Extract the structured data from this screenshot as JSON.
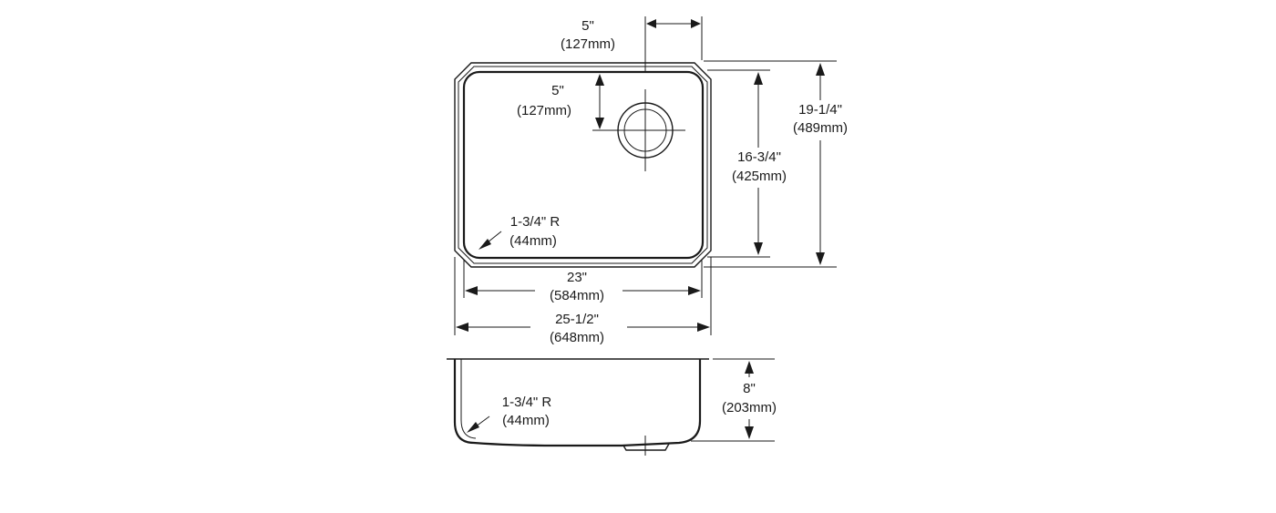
{
  "dimensions": {
    "drain_offset_x": {
      "imperial": "5\"",
      "metric": "(127mm)"
    },
    "drain_offset_y": {
      "imperial": "5\"",
      "metric": "(127mm)"
    },
    "bowl_depth_front_back": {
      "imperial": "16-3/4\"",
      "metric": "(425mm)"
    },
    "overall_front_back": {
      "imperial": "19-1/4\"",
      "metric": "(489mm)"
    },
    "corner_radius_top": {
      "imperial": "1-3/4\" R",
      "metric": "(44mm)"
    },
    "bowl_width": {
      "imperial": "23\"",
      "metric": "(584mm)"
    },
    "overall_width": {
      "imperial": "25-1/2\"",
      "metric": "(648mm)"
    },
    "corner_radius_side": {
      "imperial": "1-3/4\" R",
      "metric": "(44mm)"
    },
    "bowl_depth": {
      "imperial": "8\"",
      "metric": "(203mm)"
    }
  }
}
